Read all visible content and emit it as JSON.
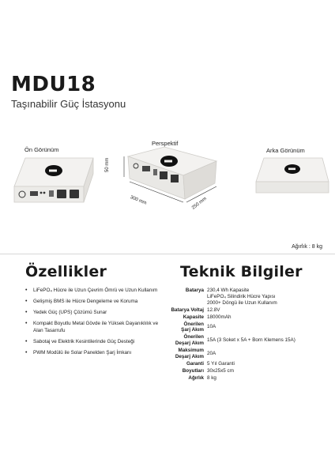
{
  "header": {
    "title": "MDU18",
    "subtitle": "Taşınabilir Güç İstasyonu"
  },
  "views": {
    "front_label": "Ön Görünüm",
    "perspective_label": "Perspektif",
    "back_label": "Arka Görünüm"
  },
  "dimensions": {
    "height": "50 mm",
    "length": "300 mm",
    "width": "250 mm"
  },
  "weight_note": "Ağırlık : 8 kg",
  "features": {
    "title": "Özellikler",
    "items": [
      "LiFePO₄ Hücre ile Uzun Çevrim Ömrü ve Uzun Kullanım",
      "Gelişmiş BMS ile Hücre Dengeleme ve Koruma",
      "Yedek Güç (UPS) Çözümü Sunar",
      "Kompakt Boyutlu Metal Gövde ile Yüksek Dayanıklılık ve Alan Tasarrufu",
      "Sabotaj ve Elektrik Kesintilerinde Güç Desteği",
      "PWM Modülü ile Solar Panelden Şarj İmkanı"
    ]
  },
  "specs": {
    "title": "Teknik Bilgiler",
    "rows": [
      {
        "key": "Batarya",
        "value": "230,4 Wh Kapasite\nLiFePO₄ Silindirik Hücre Yapısı\n2000+ Döngü ile Uzun Kullanım"
      },
      {
        "key": "Batarya Voltaj",
        "value": "12.8V"
      },
      {
        "key": "Kapasite",
        "value": "18000mAh"
      },
      {
        "key": "Önerilen\nŞarj Akım",
        "value": "10A"
      },
      {
        "key": "Önerilen\nDeşarj Akım",
        "value": "15A (3 Soket x 5A + Born Klemens 15A)"
      },
      {
        "key": "Maksimum\nDeşarj Akım",
        "value": "20A"
      },
      {
        "key": "Garanti",
        "value": "5 Yıl Garanti"
      },
      {
        "key": "Boyutları",
        "value": "30x25x5 cm"
      },
      {
        "key": "Ağırlık",
        "value": "8 kg"
      }
    ]
  },
  "colors": {
    "device_body": "#f3f2f0",
    "device_edge": "#cfcdc9",
    "logo": "#111111"
  },
  "icons": [
    "brand-logo-icon",
    "power-button-icon",
    "usb-port-icon",
    "outlet-icon"
  ]
}
